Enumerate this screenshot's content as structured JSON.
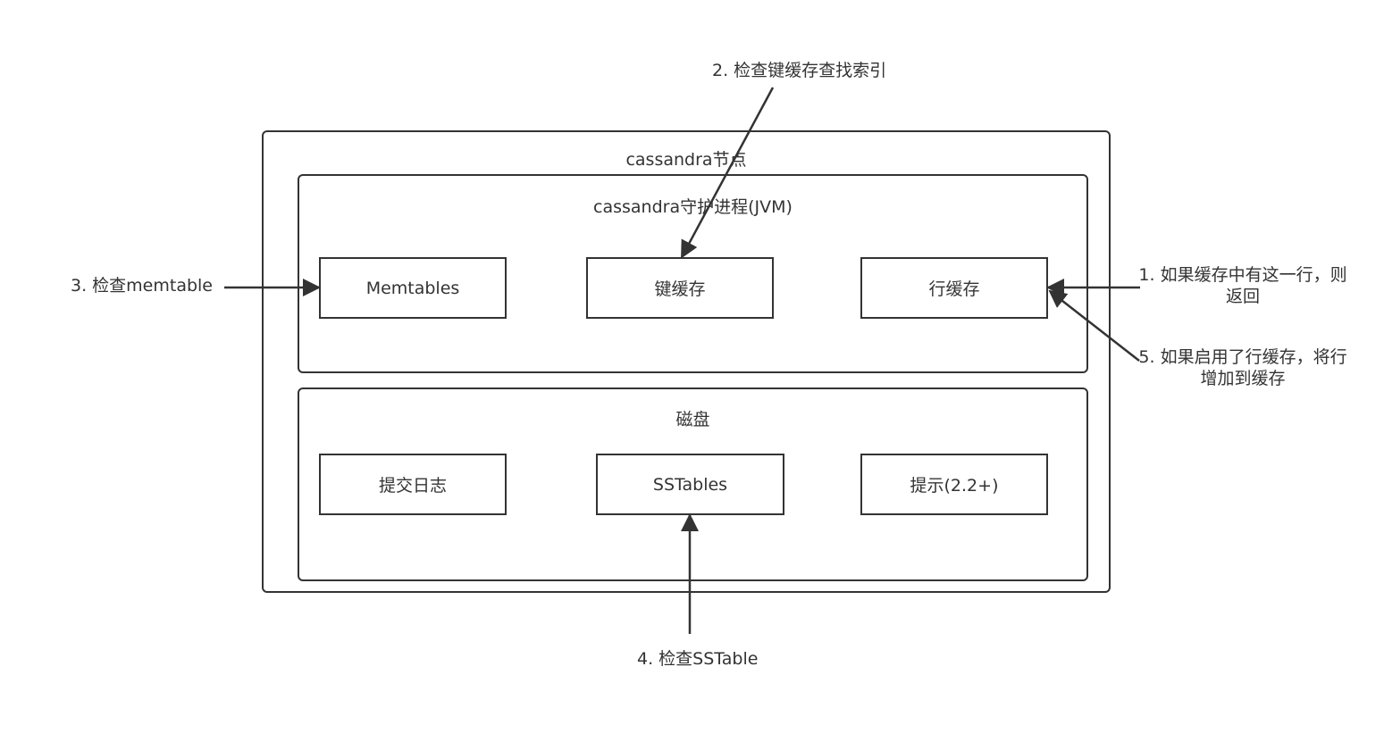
{
  "node": {
    "title": "cassandra节点"
  },
  "daemon": {
    "title": "cassandra守护进程(JVM)",
    "items": {
      "memtables": "Memtables",
      "key_cache": "键缓存",
      "row_cache": "行缓存"
    }
  },
  "disk": {
    "title": "磁盘",
    "items": {
      "commit_log": "提交日志",
      "sstables": "SSTables",
      "hints": "提示(2.2+)"
    }
  },
  "steps": {
    "step1": "1. 如果缓存中有这一行，则返回",
    "step2": "2. 检查键缓存查找索引",
    "step3": "3. 检查memtable",
    "step4": "4. 检查SSTable",
    "step5": "5. 如果启用了行缓存，将行增加到缓存"
  },
  "colors": {
    "stroke": "#333333",
    "background": "#ffffff"
  }
}
